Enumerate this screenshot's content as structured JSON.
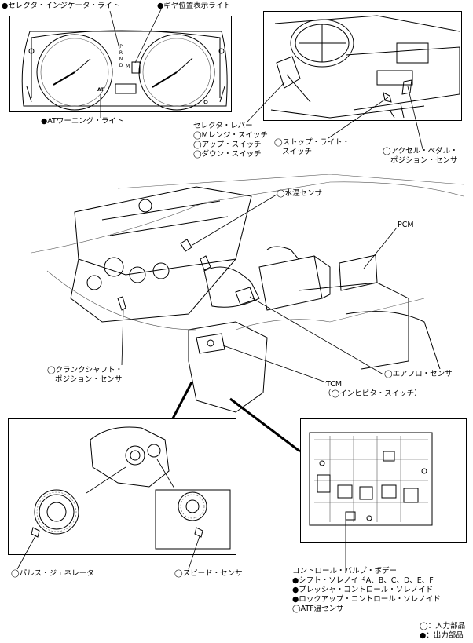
{
  "labels": {
    "selector_indicator": "●セレクタ・インジケータ・ライト",
    "gear_position_light": "●ギヤ位置表示ライト",
    "at_warning_light": "●ATワーニング・ライト",
    "selector_lever": [
      "セレクタ・レバー",
      "◯Mレンジ・スイッチ",
      "◯アップ・スイッチ",
      "◯ダウン・スイッチ"
    ],
    "stop_light_switch": [
      "◯ストップ・ライト・",
      "スイッチ"
    ],
    "accel_pedal_sensor": [
      "◯アクセル・ペダル・",
      "ポジション・センサ"
    ],
    "water_temp_sensor": "◯水温センサ",
    "pcm": "PCM",
    "crankshaft_sensor": [
      "◯クランクシャフト・",
      "ポジション・センサ"
    ],
    "airflow_sensor": "◯エアフロ・センサ",
    "tcm": "TCM",
    "inhibitor_switch": "（◯インヒビタ・スイッチ）",
    "pulse_generator": "◯パルス・ジェネレータ",
    "speed_sensor": "◯スピード・センサ",
    "control_valve_body": [
      "コントロール・バルブ・ボデー",
      "●シフト・ソレノイドA、B、C、D、E、F",
      "●プレッシャ・コントロール・ソレノイド",
      "●ロックアップ・コントロール・ソレノイド",
      "◯ATF温センサ"
    ]
  },
  "cluster": {
    "prnd": [
      "P",
      "R",
      "N",
      "D"
    ],
    "m_mark": "M",
    "at_text": "AT"
  },
  "legend": {
    "input": "◯：入力部品",
    "output": "●：出力部品"
  }
}
